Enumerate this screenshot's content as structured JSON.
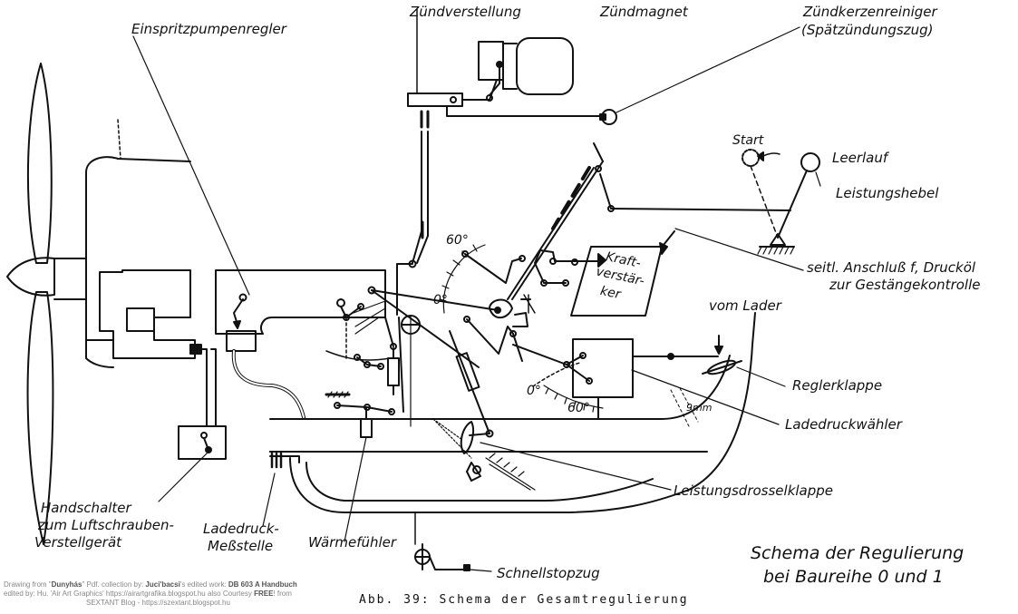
{
  "labels": {
    "einspritz": "Einspritzpumpenregler",
    "zuendverstellung": "Zündverstellung",
    "zuendmagnet": "Zündmagnet",
    "zuendkerzen_1": "Zündkerzenreiniger",
    "zuendkerzen_2": "(Spätzündungszug)",
    "start": "Start",
    "leerlauf": "Leerlauf",
    "leistungshebel": "Leistungshebel",
    "seitl_1": "seitl. Anschluß f, Drucköl",
    "seitl_2": "zur Gestängekontrolle",
    "kraft_1": "Kraft-",
    "kraft_2": "verstär-",
    "kraft_3": "ker",
    "vom_lader": "vom Lader",
    "reglerklappe": "Reglerklappe",
    "ladedruckwaehler": "Ladedruckwähler",
    "leistungsdrossel": "Leistungsdrosselklappe",
    "handschalter_1": "Handschalter",
    "handschalter_2": "zum Luftschrauben-",
    "handschalter_3": "Verstellgerät",
    "ladedruck_1": "Ladedruck-",
    "ladedruck_2": "Meßstelle",
    "waermefuehler": "Wärmefühler",
    "schnellstop": "Schnellstopzug",
    "deg60_a": "60°",
    "deg0_a": "0°",
    "deg0_b": "0°",
    "deg60_b": "60°",
    "mm9": "9mm"
  },
  "title": {
    "line1": "Schema der Regulierung",
    "line2": "bei Baureihe 0 und 1"
  },
  "caption": "Abb. 39:  Schema der Gesamtregulierung",
  "credit": {
    "line1_pre": "Drawing from \"",
    "line1_b1": "Dunyhás",
    "line1_mid": "\" Pdf. collection by: ",
    "line1_b2": "Juci'bacsi",
    "line1_mid2": "'s edited work: ",
    "line1_b3": "DB 603 A Handbuch",
    "line2_pre": "edited by: Hu. 'Air Art Graphics'  https://airartgrafika.blogspot.hu  also Courtesy ",
    "line2_b": "FREE",
    "line2_post": "!  from",
    "line3": "SEXTANT Blog - https://szextant.blogspot.hu"
  }
}
